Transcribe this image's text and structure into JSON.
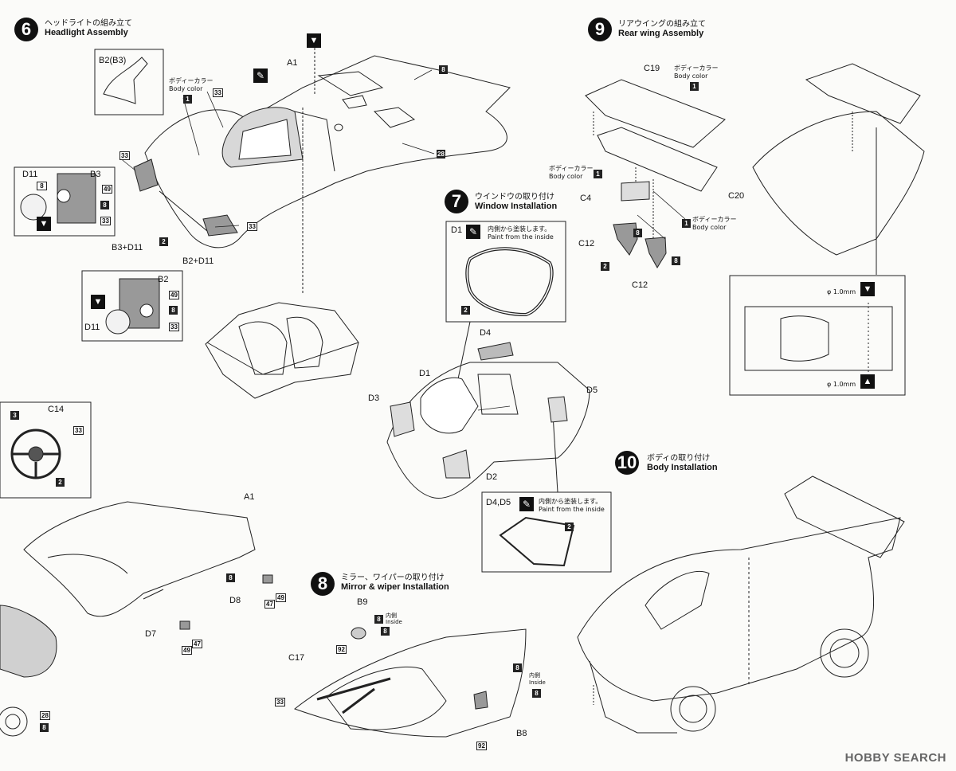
{
  "step6": {
    "num": "6",
    "jp": "ヘッドライトの組み立て",
    "en": "Headlight Assembly"
  },
  "step7": {
    "num": "7",
    "jp": "ウインドウの取り付け",
    "en": "Window Installation"
  },
  "step8": {
    "num": "8",
    "jp": "ミラー、ワイパーの取り付け",
    "en": "Mirror & wiper Installation"
  },
  "step9": {
    "num": "9",
    "jp": "リアウイングの組み立て",
    "en": "Rear wing Assembly"
  },
  "step10": {
    "num": "10",
    "jp": "ボディの取り付け",
    "en": "Body Installation"
  },
  "notes": {
    "body_color_jp": "ボディーカラー",
    "body_color_en": "Body color",
    "paint_inside_jp": "内側から塗装します。",
    "paint_inside_en": "Paint from the inside",
    "inside_jp": "内側",
    "inside_en": "Inside",
    "drill": "φ 1.0mm"
  },
  "parts": {
    "a1": "A1",
    "b2b3": "B2(B3)",
    "d11": "D11",
    "b3": "B3",
    "b3d11": "B3+D11",
    "b2d11": "B2+D11",
    "b2": "B2",
    "d1": "D1",
    "d2": "D2",
    "d3": "D3",
    "d4": "D4",
    "d5": "D5",
    "d4d5": "D4,D5",
    "c19": "C19",
    "c20": "C20",
    "c4": "C4",
    "c12": "C12",
    "c14": "C14",
    "d7": "D7",
    "d8": "D8",
    "b8": "B8",
    "b9": "B9",
    "c17": "C17"
  },
  "paint_codes": {
    "p1": "1",
    "p2": "2",
    "p3": "3",
    "p8": "8",
    "p28": "28",
    "p33": "33",
    "p47": "47",
    "p49": "49",
    "p92": "92"
  },
  "watermark": "HOBBY SEARCH"
}
